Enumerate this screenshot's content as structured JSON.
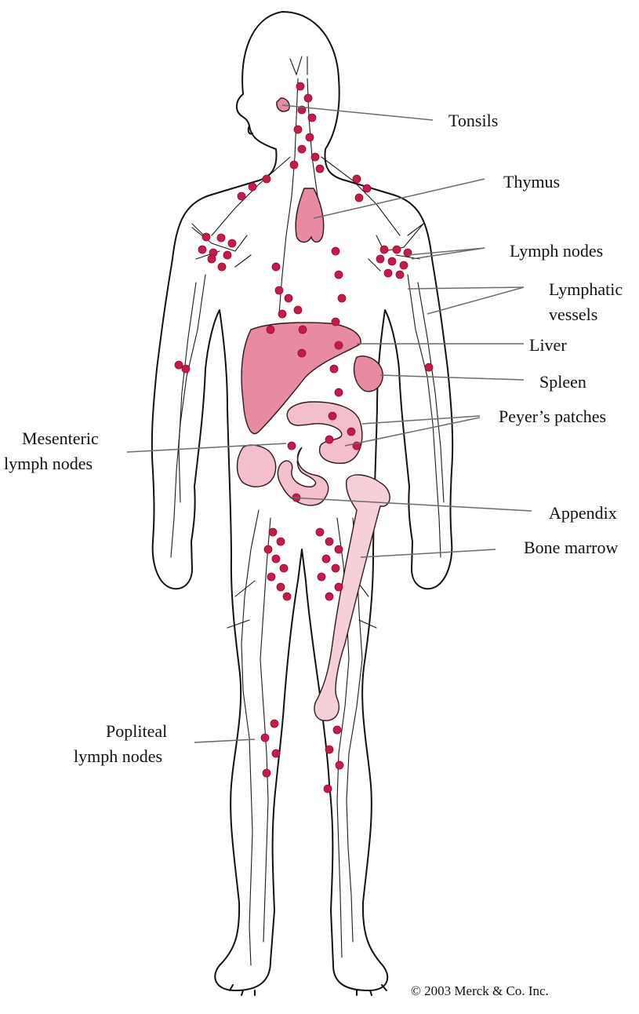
{
  "labels": {
    "tonsils": "Tonsils",
    "thymus": "Thymus",
    "lymph_nodes": "Lymph nodes",
    "lymphatic_vessels_1": "Lymphatic",
    "lymphatic_vessels_2": "vessels",
    "liver": "Liver",
    "spleen": "Spleen",
    "peyers_patches": "Peyer’s patches",
    "mesenteric_1": "Mesenteric",
    "mesenteric_2": "lymph nodes",
    "appendix": "Appendix",
    "bone_marrow": "Bone marrow",
    "popliteal_1": "Popliteal",
    "popliteal_2": "lymph nodes"
  },
  "copyright": "© 2003 Merck & Co. Inc.",
  "colors": {
    "node": "#c8194a",
    "organ": "#e88aa2",
    "organ_light": "#f3bfcd",
    "bone": "#f6cfd8",
    "outline": "#111111"
  }
}
